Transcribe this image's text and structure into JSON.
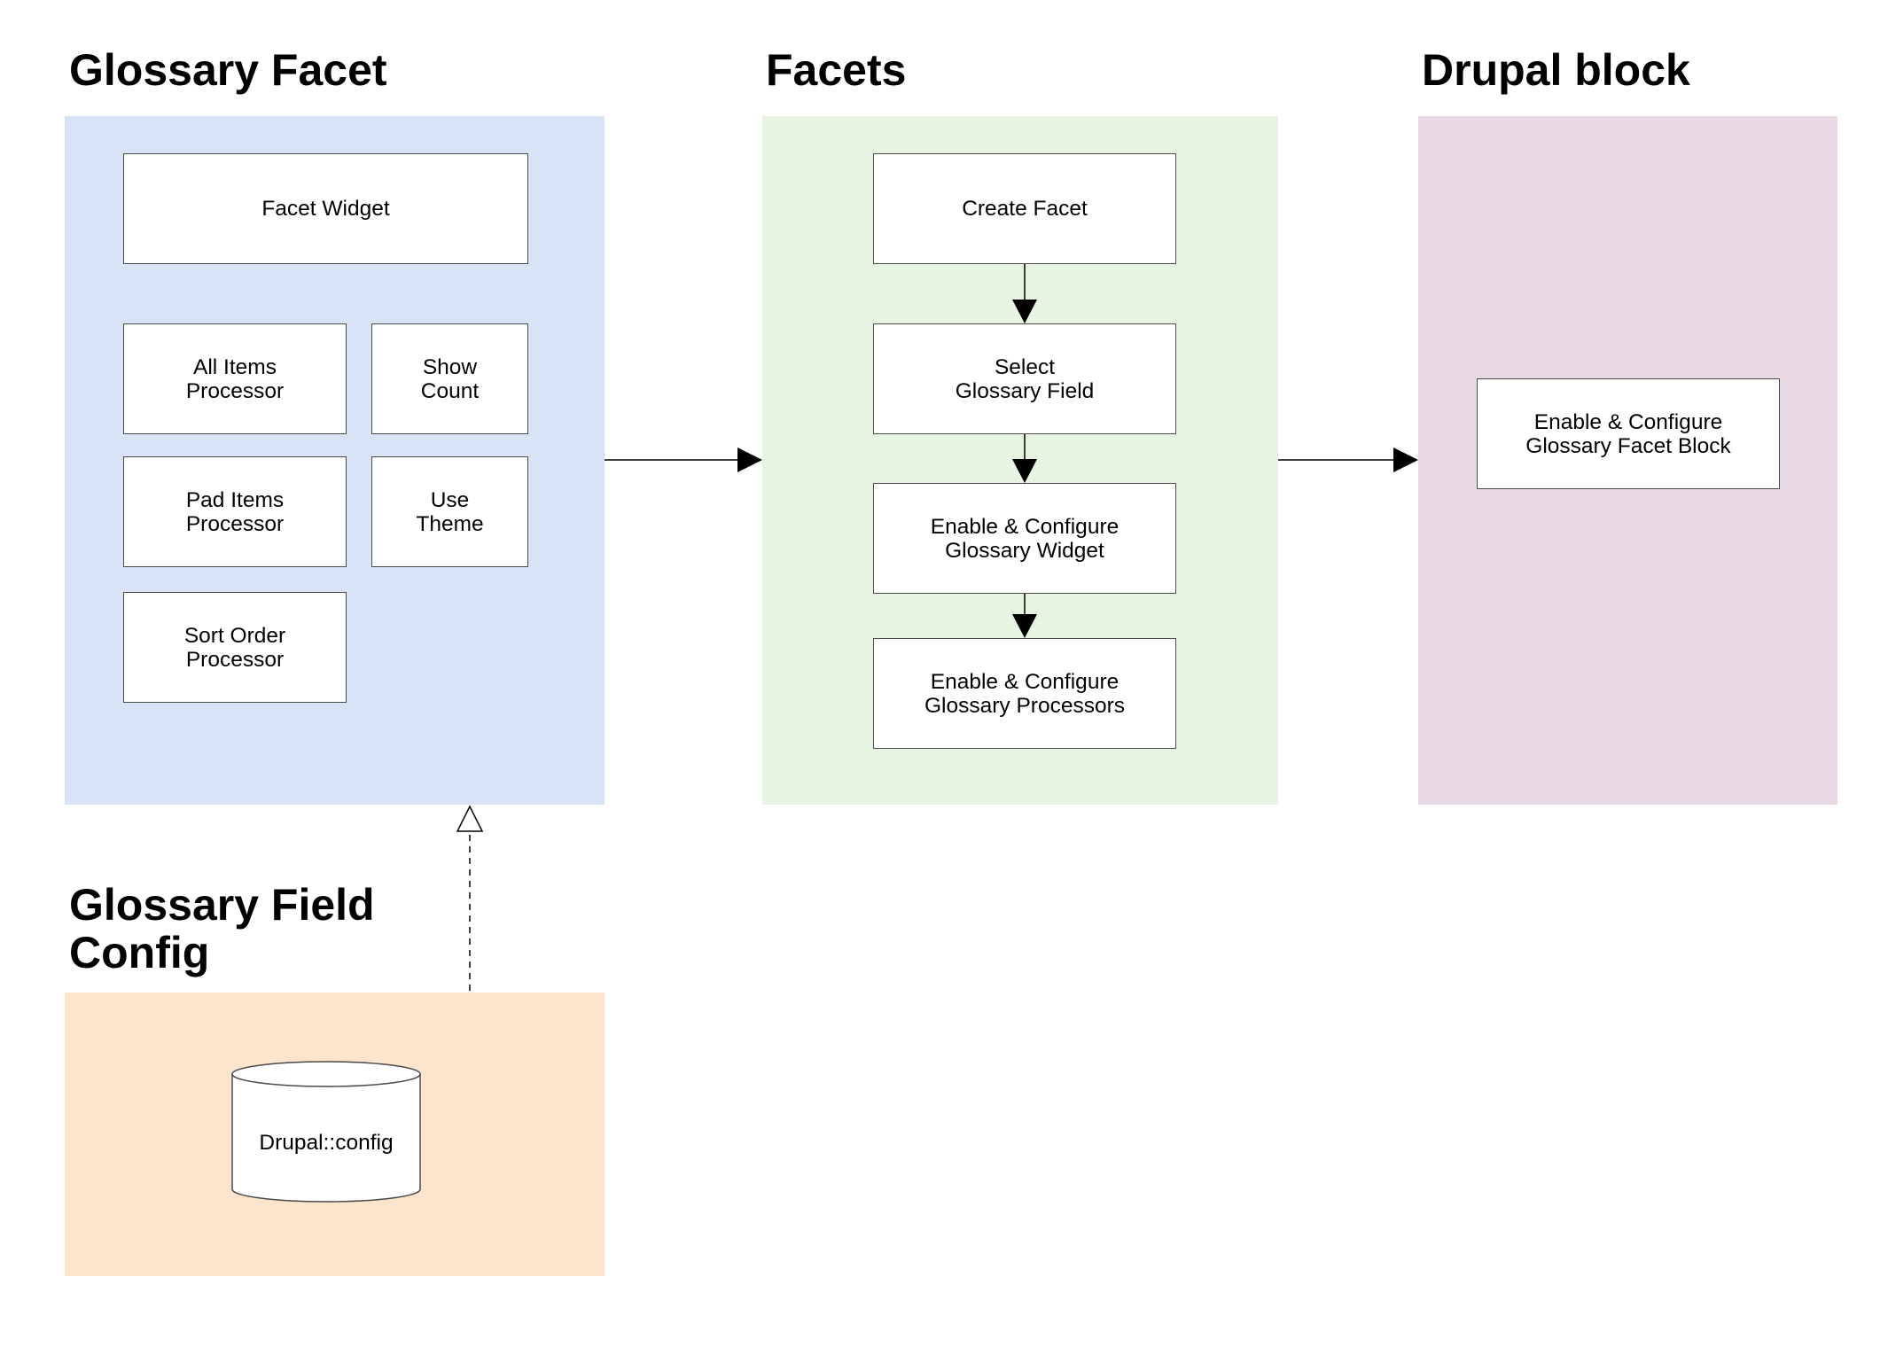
{
  "groups": {
    "glossary_facet": {
      "title": "Glossary Facet",
      "color": "#d8e3f5",
      "nodes": {
        "facet_widget": "Facet Widget",
        "all_items_processor": "All Items\nProcessor",
        "show_count": "Show\nCount",
        "pad_items_processor": "Pad Items\nProcessor",
        "use_theme": "Use\nTheme",
        "sort_order_processor": "Sort Order\nProcessor"
      }
    },
    "facets": {
      "title": "Facets",
      "color": "#e8f4e2",
      "nodes": {
        "create_facet": "Create Facet",
        "select_glossary_field": "Select\nGlossary Field",
        "enable_configure_widget": "Enable & Configure\nGlossary Widget",
        "enable_configure_processors": "Enable & Configure\nGlossary Processors"
      }
    },
    "drupal_block": {
      "title": "Drupal block",
      "color": "#e9d9e5",
      "nodes": {
        "enable_configure_block": "Enable & Configure\nGlossary Facet Block"
      }
    },
    "glossary_field_config": {
      "title": "Glossary Field\nConfig",
      "color": "#fde4cc",
      "nodes": {
        "drupal_config": "Drupal::config"
      }
    }
  }
}
